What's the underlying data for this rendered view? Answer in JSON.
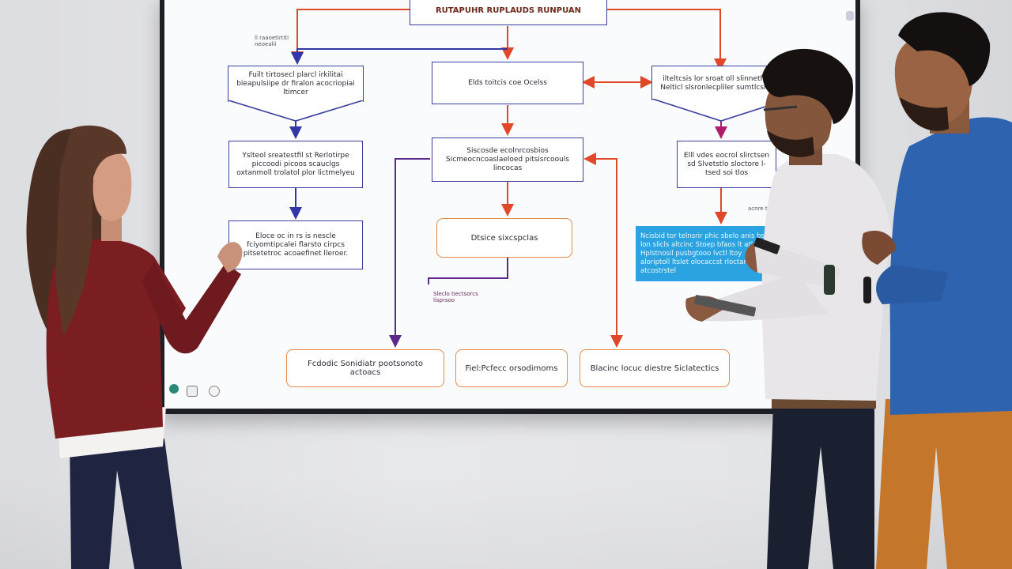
{
  "flowchart": {
    "title": "RUTAPUHR RUPLAUDS RUNPUAN",
    "nodes": {
      "left_top": "Fuilt tirtosecl plarcl irkilitai bieapulsiipe dr firalon acocriopiai ltimcer",
      "left_mid": "Yslteol sreatestfil st Rerlotirpe piccoodi picoos scauclgs oxtanmoll trolatol plor lictmelyeu",
      "left_bot": "Eloce oc in rs is nescle fciyomtipcalei flarsto cirpcs pitsetetroc acoaefinet lleroer.",
      "center_top": "Elds toitcis coe Ocelss",
      "center_mid": "Siscosde ecolnrcosbios Sicmeocncoaslaeloed pitsisrcoouls lincocas",
      "center_low": "Dtsice sixcspclas",
      "right_top": "ilteltcsis lor sroat oll slinnetflrolsl Nelticl slsronlecpliler sumtlcslellcs",
      "right_mid": "Elll vdes eocrol slirctsen sd Slvetstlo sloctore l-tsed soi tlos",
      "right_cyan": "Ncisbid tor telnsrir phic sbelo anis bs lon slicls altcinc Stoep bfaos lt atl Hplstnosil pusbgtooo lvctl ltoy aloriptoll ltslet olocaccst rloctarl atcostrstel",
      "bottom_1": "Fcdodic Sonidiatr pootsonoto actoacs",
      "bottom_2": "Fiel:Pcfecc orsodimoms",
      "bottom_3": "Blacinc locuc diestre Siclatectics"
    },
    "notes": {
      "mid_note": "Sleclo tiectsorcs\nlisprsoo",
      "right_note": "acnre tsotcl",
      "left_corner": "ll raaoetirtiti\nneoealii"
    }
  },
  "colors": {
    "node_border_blue": "#3b3f9e",
    "node_border_orange": "#e58a4a",
    "arrow_red": "#e0482a",
    "arrow_blue": "#3237a8",
    "arrow_purple": "#5b2a8a",
    "arrow_magenta": "#b01d6a",
    "cyan_fill": "#2aa3e0"
  }
}
